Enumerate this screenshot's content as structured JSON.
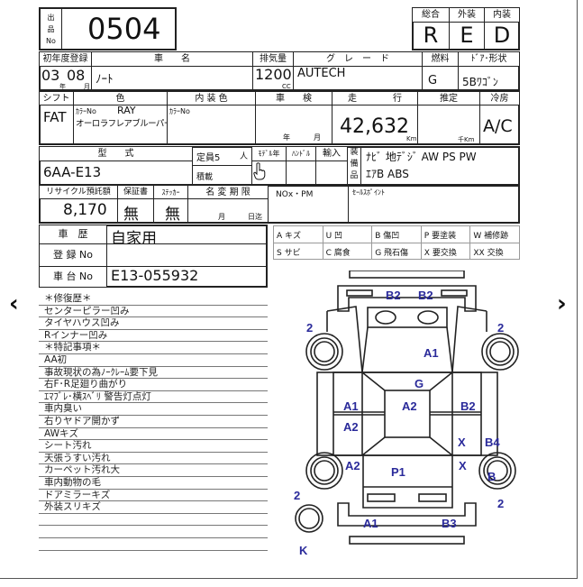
{
  "nav": {
    "prev": "‹",
    "next": "›"
  },
  "lot": {
    "label_lines": [
      "出",
      "品",
      "No"
    ],
    "value": "0504"
  },
  "scores": {
    "headers": [
      "総合",
      "外装",
      "内装"
    ],
    "values": [
      "R",
      "E",
      "D"
    ]
  },
  "row1": {
    "headers": [
      "初年度登録",
      "車　　名",
      "排気量",
      "グ　レ　ー　ド",
      "燃料",
      "ﾄﾞｱ･形状"
    ],
    "year": "03",
    "year_unit": "年",
    "month": "08",
    "month_unit": "月",
    "car_name": "ﾉｰﾄ",
    "displacement": "1200",
    "cc": "CC",
    "grade": "AUTECH",
    "fuel": "G",
    "door": "5Bﾜｺﾞﾝ"
  },
  "row2": {
    "headers": [
      "シフト",
      "色",
      "内 装 色",
      "車　　検",
      "走　　　　行",
      "推定",
      "冷房"
    ],
    "shift": "FAT",
    "color_no_label": "ｶﾗｰNo",
    "color_no": "RAY",
    "color_name": "オーロラフレアブルーパール",
    "interior_no_label": "ｶﾗｰNo",
    "inspection_year": "年",
    "inspection_month": "月",
    "mileage": "42,632",
    "km": "Km",
    "est_unit": "千Km",
    "ac": "A/C"
  },
  "row3": {
    "model_header": "型　　式",
    "model": "6AA-E13",
    "capacity_label": "定員5",
    "capacity_unit": "人",
    "load_label": "積載",
    "model_year": "ﾓﾃﾞﾙ年",
    "handle": "ﾊﾝﾄﾞﾙ",
    "import": "輸入",
    "equip_label": [
      "装",
      "備",
      "品"
    ],
    "equip_line1": "ﾅﾋﾞ 地ﾃﾞｼﾞ AW PS PW",
    "equip_line2": "ｴｱB ABS"
  },
  "row4": {
    "headers": [
      "リサイクル預託額",
      "保証書",
      "ｽﾃｯｶｰ",
      "名 変 期 限",
      "NOx・PM",
      "ｾｰﾙｽﾎﾟｲﾝﾄ"
    ],
    "recycle": "8,170",
    "warranty": "無",
    "sticker": "無",
    "month": "月",
    "day": "日迄"
  },
  "history": {
    "history_label": "車　歴",
    "history_value": "自家用",
    "reg_label": "登 録 No",
    "reg_value": "",
    "chassis_label": "車 台 No",
    "chassis_value": "E13-055932"
  },
  "legend": [
    [
      "A キズ",
      "U 凹",
      "B 傷凹",
      "P 要塗装",
      "W 補修跡"
    ],
    [
      "S サビ",
      "C 腐食",
      "G 飛石傷",
      "X 要交換",
      "XX 交換"
    ]
  ],
  "notes": [
    "＊修復歴＊",
    "センターピラー凹み",
    "タイヤハウス凹み",
    "Rインナー凹み",
    "＊特記事項＊",
    "AA初",
    "事故現状の為ﾉｰｸﾚｰﾑ要下見",
    "右F･R足廻り曲がり",
    "ｴﾏﾌﾞﾚ･横ｽﾍﾞﾘ 警告灯点灯",
    "車内臭い",
    "右りヤドア開かず",
    "AWキズ",
    "シート汚れ",
    "天張うすい汚れ",
    "カーペット汚れ大",
    "車内動物の毛",
    "ドアミラーキズ",
    "外装スリキズ",
    "",
    "",
    ""
  ],
  "diagram": {
    "labels": [
      "B2",
      "B2",
      "2",
      "2",
      "A1",
      "G",
      "A1",
      "A2",
      "B2",
      "A2",
      "X",
      "B4",
      "A2",
      "P1",
      "X",
      "B",
      "2",
      "2",
      "A1",
      "B3",
      "K"
    ]
  },
  "colors": {
    "mark": "#2a2a9a",
    "line": "#222222"
  }
}
